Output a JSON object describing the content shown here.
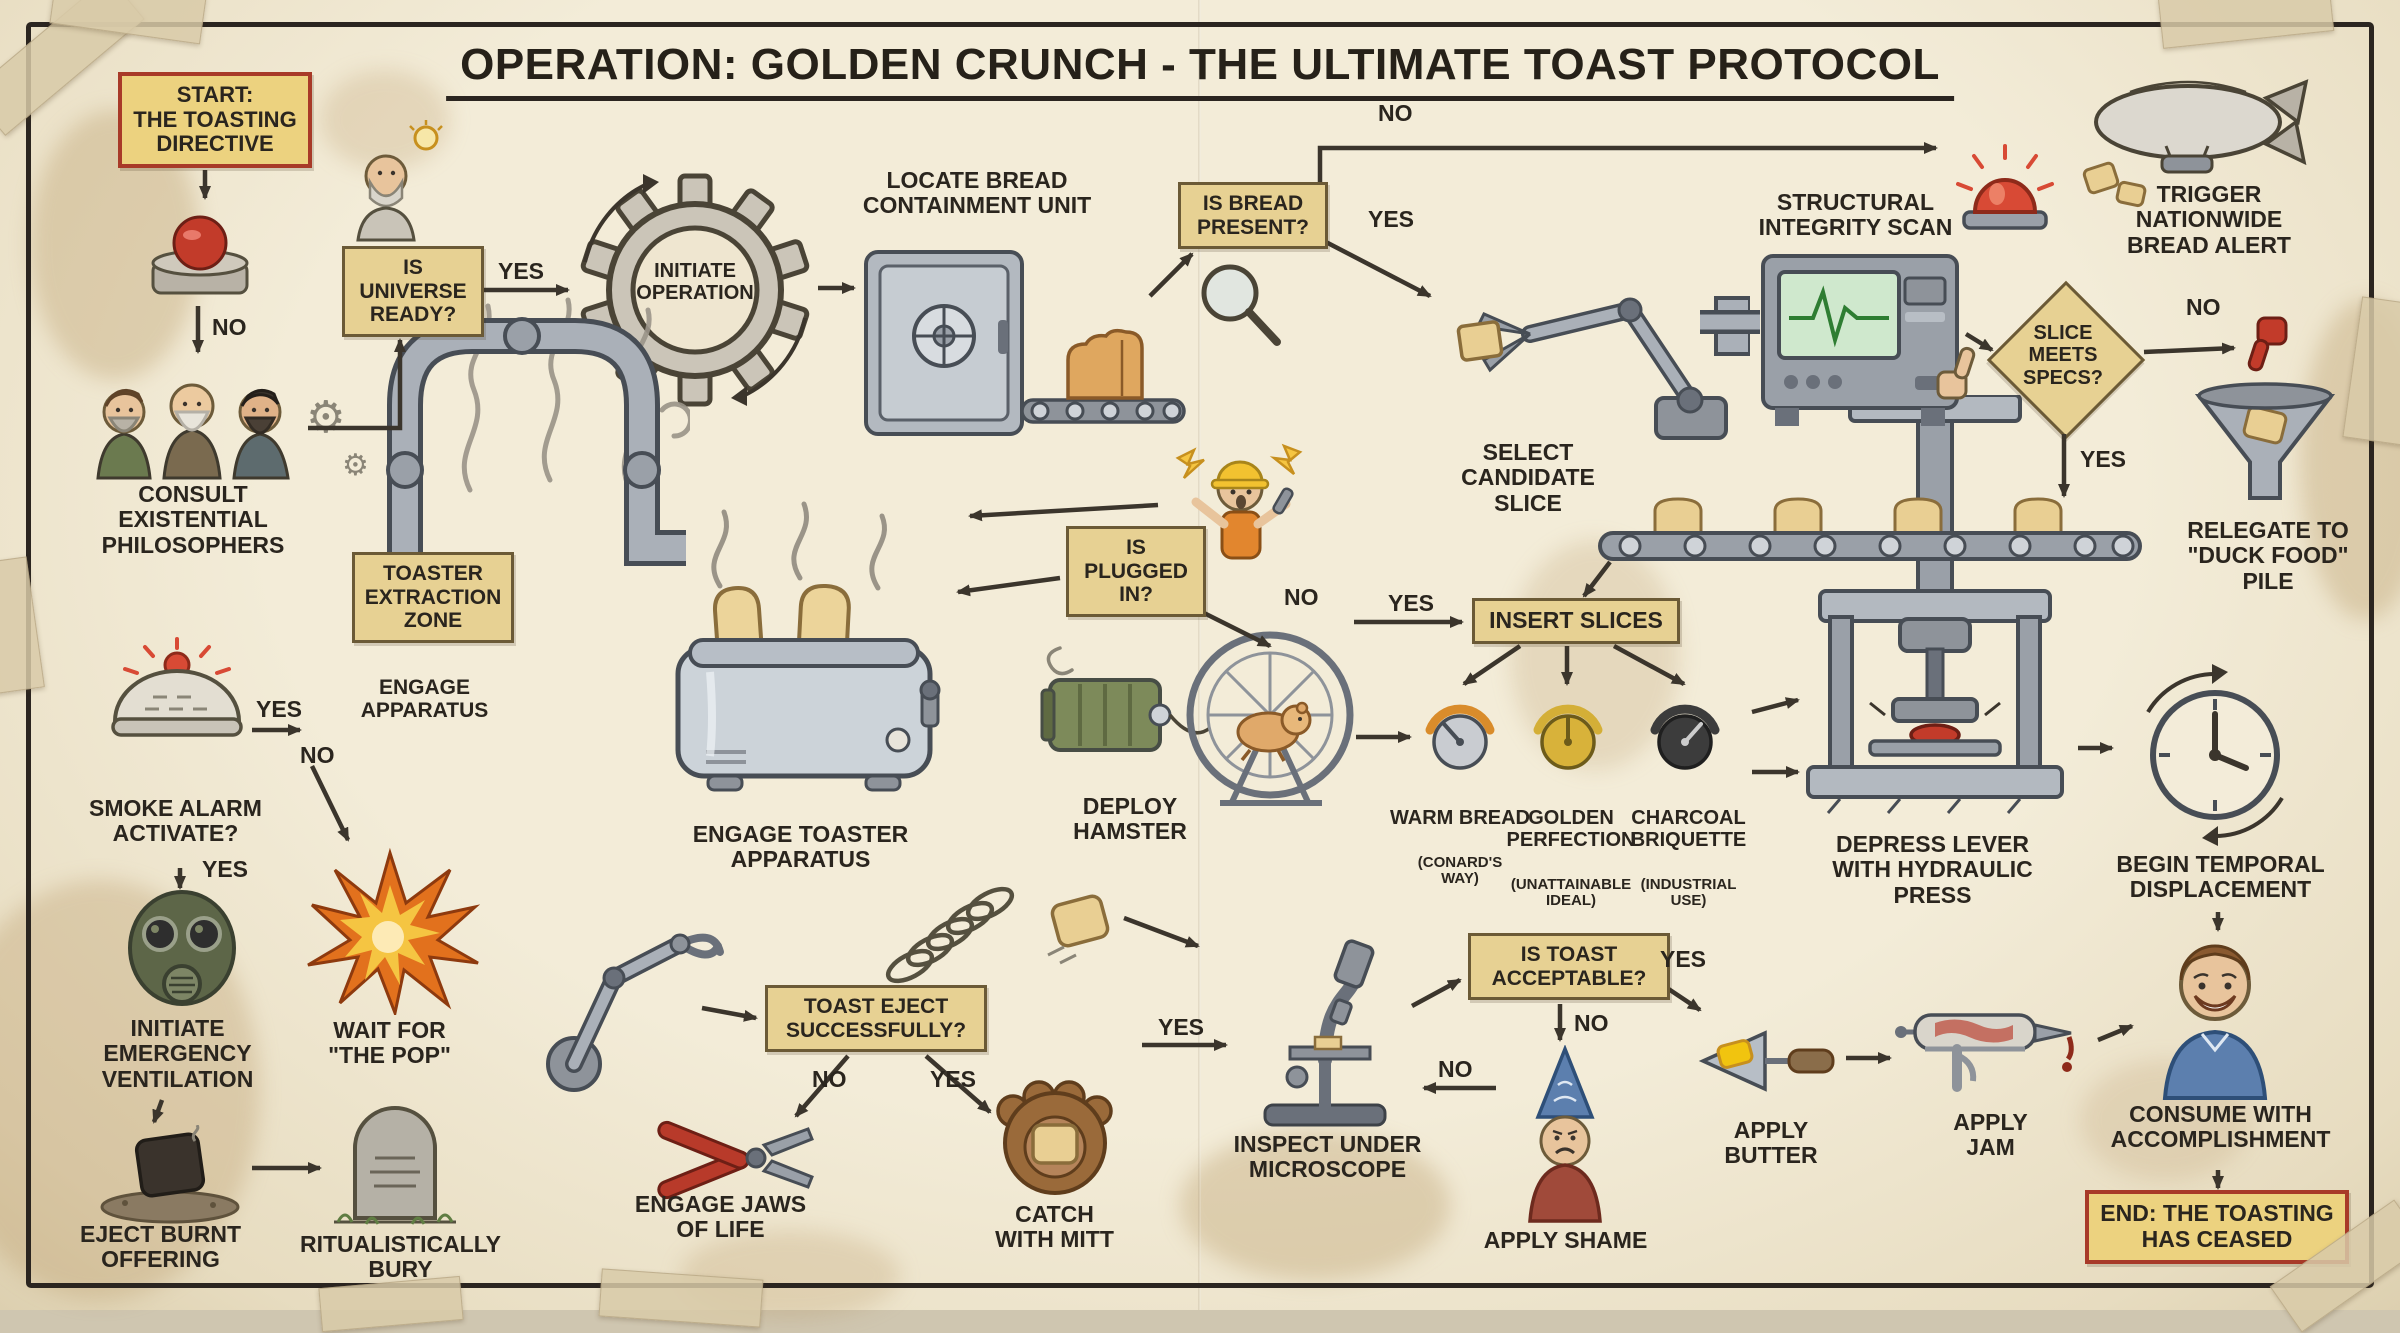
{
  "title": "OPERATION: GOLDEN CRUNCH - THE ULTIMATE TOAST PROTOCOL",
  "yn": {
    "yes": "YES",
    "no": "NO"
  },
  "nodes": {
    "start": "START:\nTHE TOASTING\nDIRECTIVE",
    "consult_philosophers": "CONSULT\nEXISTENTIAL\nPHILOSOPHERS",
    "universe_ready": "IS\nUNIVERSE\nREADY?",
    "initiate_operation": "INITIATE\nOPERATION",
    "locate_bread": "LOCATE BREAD\nCONTAINMENT UNIT",
    "bread_present": "IS BREAD\nPRESENT?",
    "bread_alert": "TRIGGER\nNATIONWIDE\nBREAD ALERT",
    "integrity_scan": "STRUCTURAL\nINTEGRITY SCAN",
    "select_slice": "SELECT\nCANDIDATE\nSLICE",
    "slice_specs": "SLICE\nMEETS\nSPECS?",
    "duck_food": "RELEGATE TO\n\"DUCK FOOD\"\nPILE",
    "insert_slices": "INSERT SLICES",
    "extraction_zone": "TOASTER\nEXTRACTION\nZONE",
    "engage_apparatus": "ENGAGE\nAPPARATUS",
    "engage_toaster": "ENGAGE TOASTER\nAPPARATUS",
    "plugged_in": "IS\nPLUGGED\nIN?",
    "deploy_hamster": "DEPLOY\nHAMSTER",
    "smoke_alarm": "SMOKE ALARM\nACTIVATE?",
    "emergency_ventilation": "INITIATE\nEMERGENCY\nVENTILATION",
    "wait_pop": "WAIT FOR\n\"THE POP\"",
    "eject_burnt": "EJECT BURNT\nOFFERING",
    "bury": "RITUALISTICALLY\nBURY",
    "toast_eject": "TOAST EJECT\nSUCCESSFULLY?",
    "jaws_of_life": "ENGAGE JAWS\nOF LIFE",
    "catch_mitt": "CATCH\nWITH MITT",
    "inspect_microscope": "INSPECT UNDER\nMICROSCOPE",
    "toast_acceptable": "IS TOAST\nACCEPTABLE?",
    "apply_shame": "APPLY SHAME",
    "apply_butter": "APPLY\nBUTTER",
    "apply_jam": "APPLY\nJAM",
    "hydraulic_press": "DEPRESS LEVER\nWITH HYDRAULIC\nPRESS",
    "temporal": "BEGIN TEMPORAL\nDISPLACEMENT",
    "consume": "CONSUME WITH\nACCOMPLISHMENT",
    "end": "END: THE TOASTING\nHAS CEASED"
  },
  "dials": {
    "warm": {
      "label": "WARM BREAD",
      "sub": "(CONARD'S\nWAY)"
    },
    "golden": {
      "label": "GOLDEN PERFECTION",
      "sub": "(UNATTAINABLE\nIDEAL)"
    },
    "charcoal": {
      "label": "CHARCOAL BRIQUETTE",
      "sub": "(INDUSTRIAL\nUSE)"
    }
  }
}
